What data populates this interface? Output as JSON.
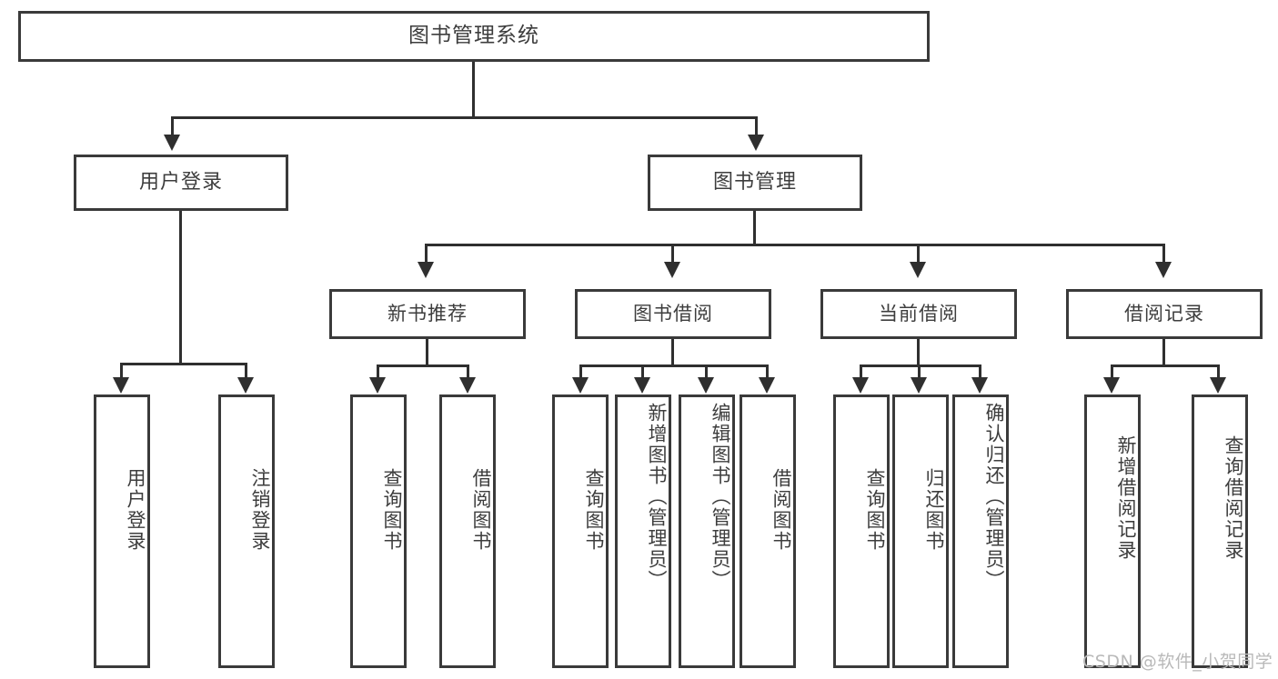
{
  "diagram": {
    "title": "图书管理系统",
    "root": {
      "id": "root",
      "label": "图书管理系统"
    },
    "level2": [
      {
        "id": "user-login",
        "label": "用户登录"
      },
      {
        "id": "book-management",
        "label": "图书管理"
      }
    ],
    "level3": [
      {
        "id": "new-book-recommend",
        "label": "新书推荐"
      },
      {
        "id": "book-borrow",
        "label": "图书借阅"
      },
      {
        "id": "current-borrow",
        "label": "当前借阅"
      },
      {
        "id": "borrow-record",
        "label": "借阅记录"
      }
    ],
    "leaves": {
      "user_login": [
        {
          "id": "leaf-user-login",
          "label": "用户登录"
        },
        {
          "id": "leaf-logout",
          "label": "注销登录"
        }
      ],
      "new_book_recommend": [
        {
          "id": "leaf-query-book-1",
          "label": "查询图书"
        },
        {
          "id": "leaf-borrow-book-1",
          "label": "借阅图书"
        }
      ],
      "book_borrow": [
        {
          "id": "leaf-query-book-2",
          "label": "查询图书"
        },
        {
          "id": "leaf-add-book",
          "label": "新增图书（管理员）"
        },
        {
          "id": "leaf-edit-book",
          "label": "编辑图书（管理员）"
        },
        {
          "id": "leaf-borrow-book-2",
          "label": "借阅图书"
        }
      ],
      "current_borrow": [
        {
          "id": "leaf-query-book-3",
          "label": "查询图书"
        },
        {
          "id": "leaf-return-book",
          "label": "归还图书"
        },
        {
          "id": "leaf-confirm-return",
          "label": "确认归还（管理员）"
        }
      ],
      "borrow_record": [
        {
          "id": "leaf-add-record",
          "label": "新增借阅记录"
        },
        {
          "id": "leaf-query-record",
          "label": "查询借阅记录"
        }
      ]
    }
  },
  "watermark": {
    "text": "CSDN @软件_小贺同学"
  },
  "colors": {
    "border": "#3a3a3a",
    "connector": "#2f2f2f",
    "text": "#3d3d3d",
    "background": "#ffffff",
    "watermark": "#b9b9b9"
  }
}
